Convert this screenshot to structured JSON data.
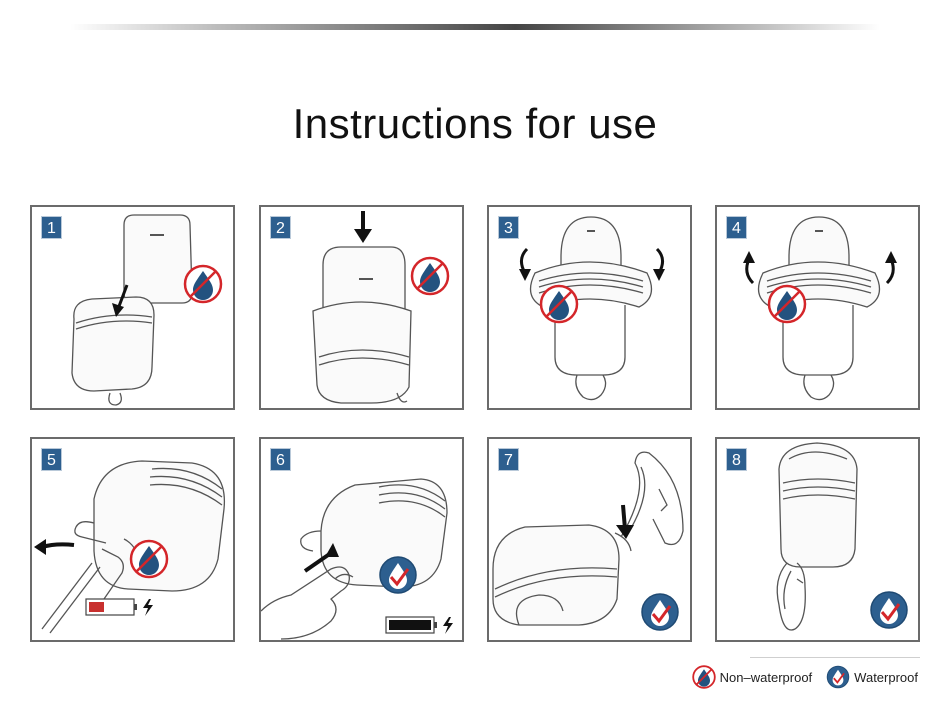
{
  "title": "Instructions for use",
  "steps": [
    {
      "number": "1",
      "mark": "non-waterproof"
    },
    {
      "number": "2",
      "mark": "non-waterproof"
    },
    {
      "number": "3",
      "mark": "non-waterproof"
    },
    {
      "number": "4",
      "mark": "non-waterproof"
    },
    {
      "number": "5",
      "mark": "non-waterproof",
      "battery": "low"
    },
    {
      "number": "6",
      "mark": "waterproof",
      "battery": "full"
    },
    {
      "number": "7",
      "mark": "waterproof"
    },
    {
      "number": "8",
      "mark": "waterproof"
    }
  ],
  "legend": {
    "non_waterproof": "Non–waterproof",
    "waterproof": "Waterproof"
  },
  "colors": {
    "accent_blue": "#2d5f8f",
    "prohibit_red": "#d4262a",
    "battery_low": "#c8302e",
    "battery_full": "#111111"
  }
}
